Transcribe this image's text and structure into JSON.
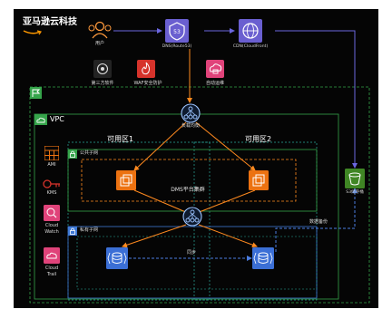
{
  "brand": {
    "title": "亚马逊云科技"
  },
  "top": {
    "user": "用户",
    "dns": "DNS(Route53)",
    "cdn": "CDN(CloudFront)"
  },
  "security": {
    "third_party": "第三方软件",
    "waf": "WAF安全防护",
    "ops": "自动运维"
  },
  "lb": "负载均衡",
  "vpc": {
    "label": "VPC"
  },
  "services": {
    "ami": "AMI",
    "kms": "KMS",
    "cloudwatch_1": "Cloud",
    "cloudwatch_2": "Watch",
    "cloudtrail_1": "Cloud",
    "cloudtrail_2": "Trail"
  },
  "zones": {
    "az1": "可用区1",
    "az2": "可用区2"
  },
  "subnets": {
    "public": "公共子网",
    "private": "私有子网"
  },
  "cluster": "DMS平台集群",
  "s3": "S3储存桶",
  "backup": "数据备份",
  "sync": "同步",
  "colors": {
    "canvas_bg": "#050505",
    "line_purple": "#6b66e0",
    "line_orange": "#ff8a1f",
    "line_teal": "#2aa79b",
    "line_blue": "#3f79d6",
    "line_green": "#35a44a",
    "compute_orange": "#ec7211",
    "db_blue": "#3b6fd6",
    "s3_green": "#3f8624",
    "gov_pink": "#e0437a",
    "red": "#d6332b",
    "purple_icon": "#6a5fd0"
  }
}
